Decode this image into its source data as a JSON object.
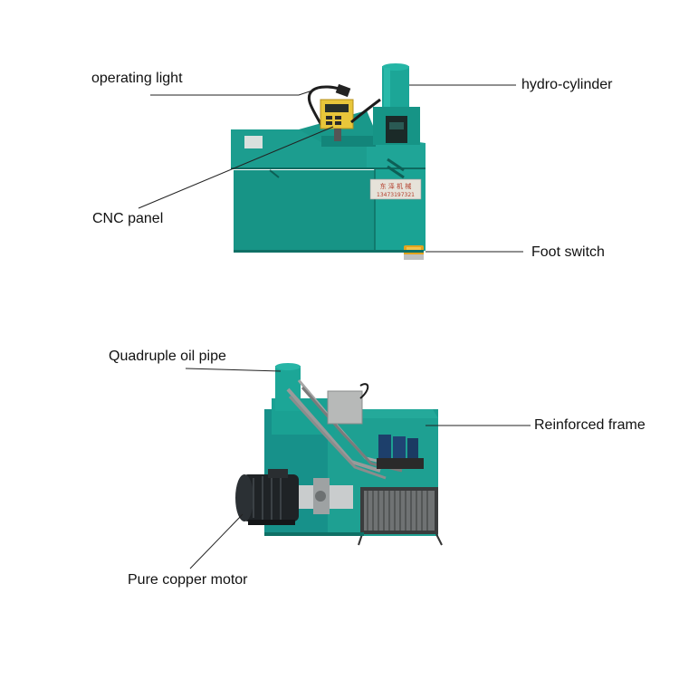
{
  "labels": {
    "operating_light": "operating light",
    "hydro_cylinder": "hydro-cylinder",
    "cnc_panel": "CNC panel",
    "foot_switch": "Foot switch",
    "oil_pipe": "Quadruple oil pipe",
    "reinforced_frame": "Reinforced frame",
    "copper_motor": "Pure copper motor"
  },
  "machine": {
    "plate_text_1": "东 泽 机 械",
    "plate_text_2": "13473197321"
  },
  "colors": {
    "body": "#1b9c8f",
    "body_dark": "#117569",
    "panel": "#e8c63a",
    "motor": "#1f2326"
  }
}
